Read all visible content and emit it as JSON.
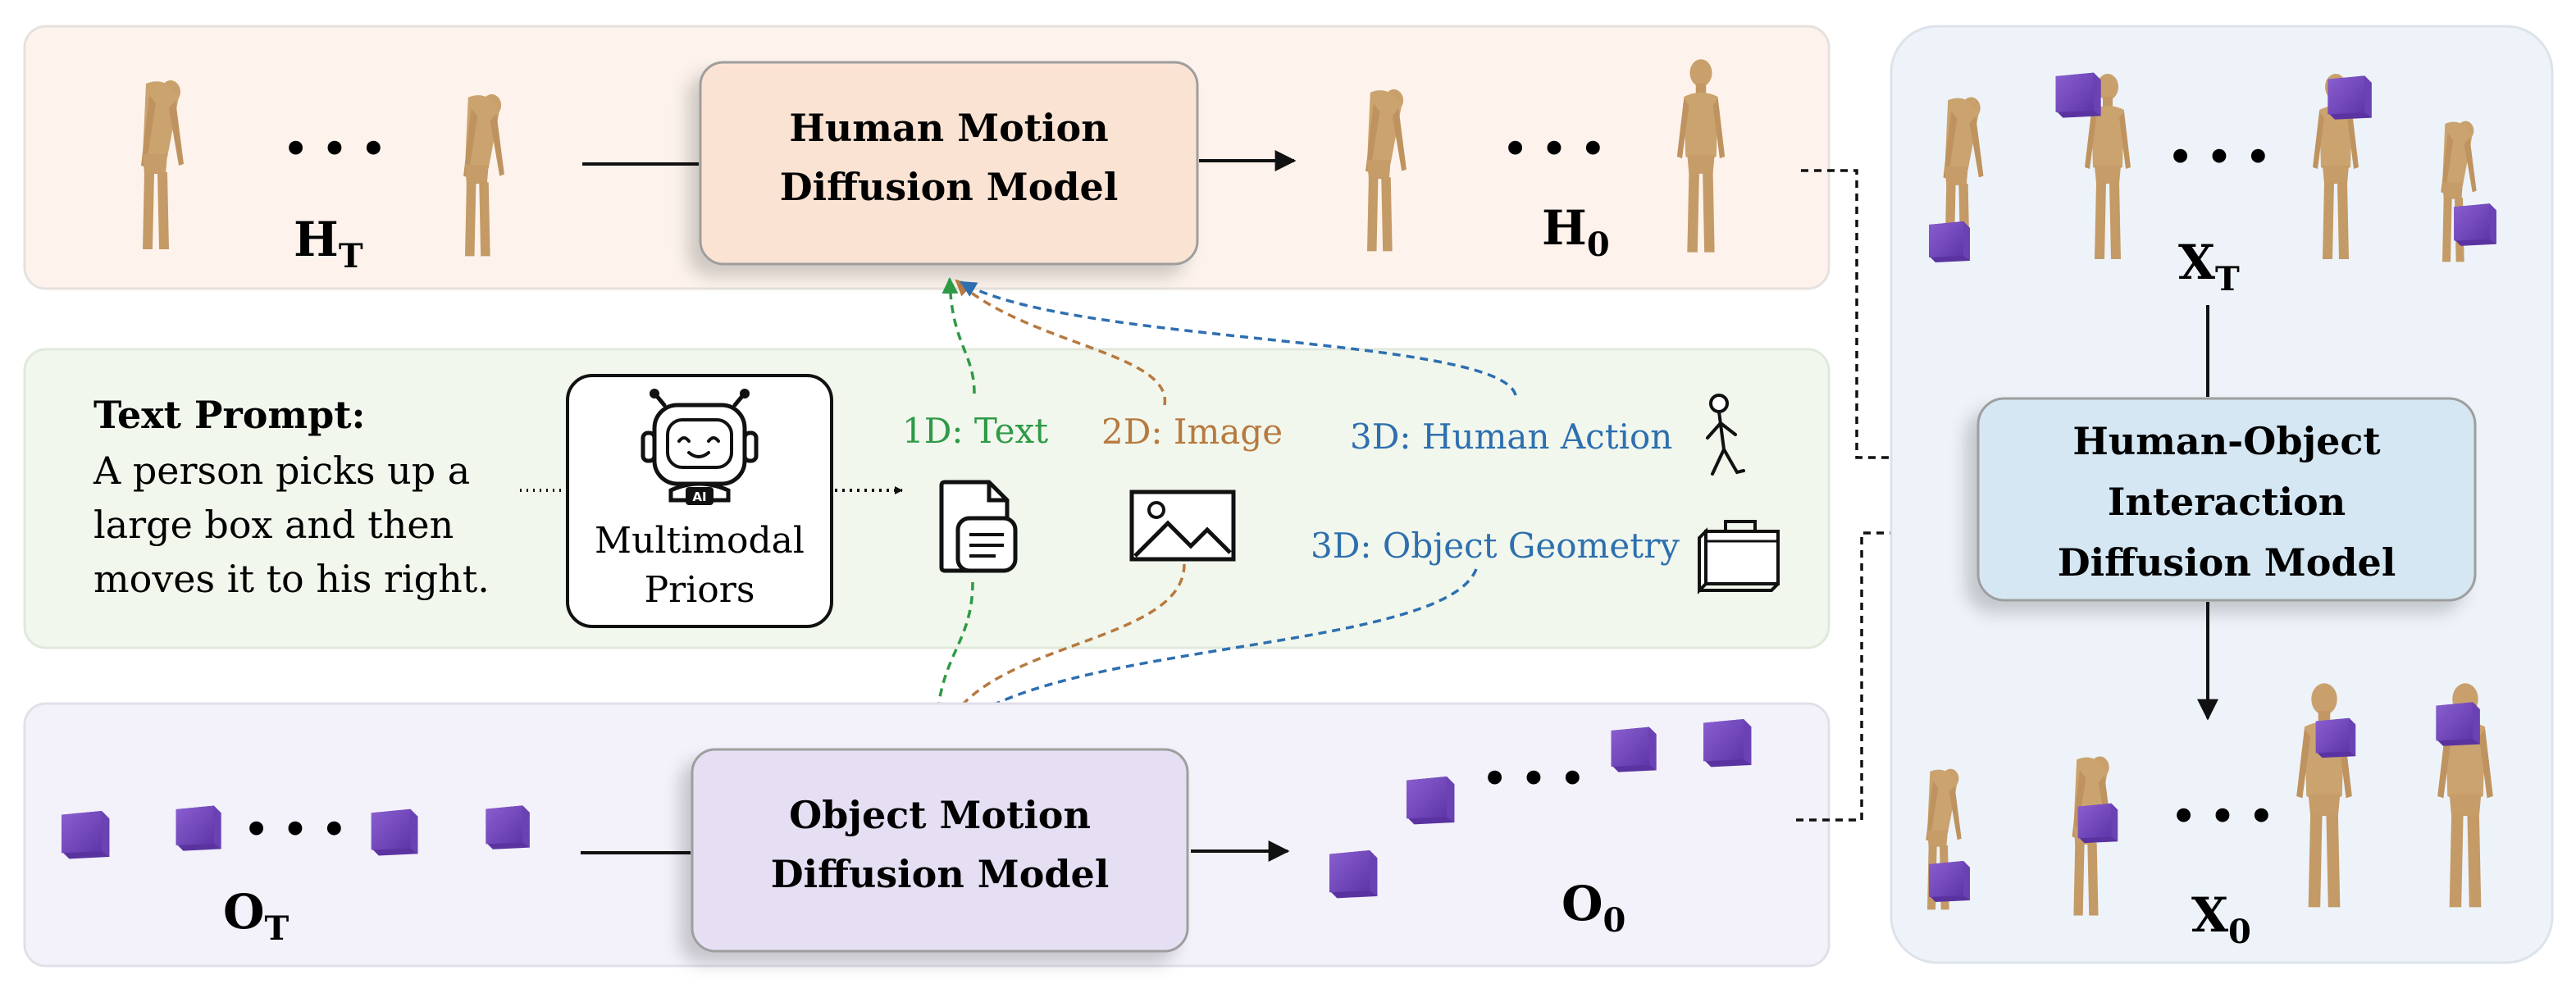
{
  "human_panel": {
    "noisy_label": "H",
    "noisy_sub": "T",
    "clean_label": "H",
    "clean_sub": "0",
    "dots": "• • •",
    "model": {
      "line1": "Human Motion",
      "line2": "Diffusion Model"
    }
  },
  "object_panel": {
    "noisy_label": "O",
    "noisy_sub": "T",
    "clean_label": "O",
    "clean_sub": "0",
    "dots": "• • •",
    "model": {
      "line1": "Object Motion",
      "line2": "Diffusion Model"
    }
  },
  "prompt": {
    "title": "Text Prompt:",
    "lines": [
      "A person picks up a",
      "large box and then",
      "moves it to his right."
    ]
  },
  "priors": {
    "line1": "Multimodal",
    "line2": "Priors",
    "robot_tag": "AI"
  },
  "conditions": {
    "text": "1D: Text",
    "image": "2D: Image",
    "human_action": "3D: Human Action",
    "object_geometry": "3D: Object Geometry"
  },
  "interaction_panel": {
    "noisy_label": "X",
    "noisy_sub": "T",
    "clean_label": "X",
    "clean_sub": "0",
    "dots": "• • •",
    "model": {
      "line1": "Human-Object",
      "line2": "Interaction",
      "line3": "Diffusion Model"
    }
  },
  "colors": {
    "human_panel_bg": "#fdf3ec",
    "human_model_bg": "#fbe3d4",
    "object_panel_bg": "#f3f1f9",
    "object_model_bg": "#e6dff3",
    "prompt_panel_bg": "#f1f7ec",
    "interaction_panel_bg": "#edf3f9",
    "interaction_model_bg": "#d5e7f3",
    "text_green": "#2e9a47",
    "image_brown": "#b7793f",
    "geometry_blue": "#2e6fb0",
    "box_purple": "#7e52c4",
    "skin": "#c9a06c"
  },
  "icons": [
    "robot-icon",
    "document-icon",
    "image-icon",
    "stick-figure-icon",
    "suitcase-icon"
  ]
}
